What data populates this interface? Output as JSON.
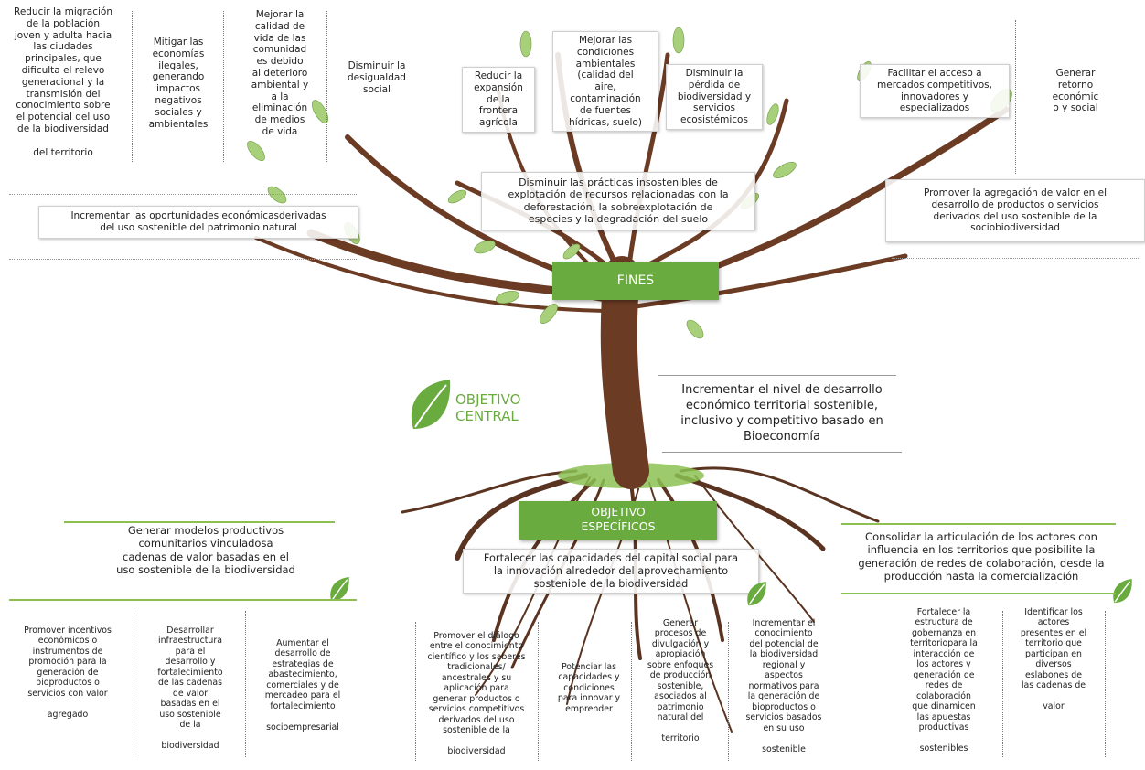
{
  "colors": {
    "green": "#6aab3f",
    "trunk": "#6b3b24",
    "leaf_light": "#b9d98b"
  },
  "tree": {
    "root_label": "OBJETIVO\nESPECÍFICOS",
    "trunk_label": "FINES"
  },
  "central": {
    "label": "OBJETIVO\nCENTRAL",
    "text": "Incrementar el nivel de desarrollo\neconómico territorial sostenible,\ninclusivo y competitivo basado en\nBioeconomía"
  },
  "fines": {
    "top": [
      "Reducir la migración\nde la población\njoven y adulta hacia\nlas ciudades\nprincipales, que\ndificulta el relevo\ngeneracional y la\ntransmisión del\nconocimiento sobre\nel potencial del uso\nde la biodiversidad\n\ndel territorio",
      "Mitigar las\neconomías\nilegales,\ngenerando\nimpactos\nnegativos\nsociales y\nambientales",
      "Mejorar la\ncalidad de\nvida de las\ncomunidad\nes debido\nal deterioro\nambiental y\na la\neliminación\nde medios\nde vida",
      "Disminuir la\ndesigualdad\nsocial",
      "Reducir la\nexpansión\nde la\nfrontera\nagrícola",
      "Mejorar las\ncondiciones\nambientales\n(calidad del\naire,\ncontaminación\nde fuentes\nhídricas, suelo)",
      "Disminuir la\npérdida de\nbiodiversidad y\nservicios\necosistémicos",
      "Facilitar el acceso a\nmercados competitivos,\ninnovadores y\nespecializados",
      "Generar\nretorno\neconómic\no y social"
    ],
    "middle_left": "Incrementar las oportunidades económicasderivadas\ndel uso sostenible del patrimonio natural",
    "middle_center": "Disminuir las prácticas insostenibles de\nexplotación de recursos relacionadas con la\ndeforestación, la sobreexplotación de\nespecies y la degradación del suelo",
    "middle_right": "Promover la agregación de valor en el\ndesarrollo de productos o servicios\nderivados del uso sostenible de la\nsociobiodiversidad"
  },
  "especificos": {
    "left": "Generar modelos productivos\ncomunitarios vinculadosa\ncadenas de valor basadas en el\nuso sostenible de la biodiversidad",
    "center": "Fortalecer las capacidades del capital social para\nla innovación alrededor del aprovechamiento\nsostenible de la biodiversidad",
    "right": "Consolidar la articulación de los actores con\ninfluencia en los territorios que posibilite la\ngeneración de redes de colaboración, desde la\nproducción hasta la comercialización"
  },
  "actividades": [
    "Promover incentivos\neconómicos o\ninstrumentos de\npromoción para la\ngeneración de\nbioproductos o\nservicios con valor\n\nagregado",
    "Desarrollar\ninfraestructura\npara el\ndesarrollo y\nfortalecimiento\nde las cadenas\nde valor\nbasadas en el\nuso sostenible\nde la\n\nbiodiversidad",
    "Aumentar el\ndesarrollo de\nestrategias de\nabastecimiento,\ncomerciales y de\nmercadeo para el\nfortalecimiento\n\nsocioempresarial",
    "Promover el diálogo\nentre el conocimiento\ncientífico y los saberes\ntradicionales/\nancestrales y su\naplicación para\ngenerar productos o\nservicios competitivos\nderivados del uso\nsostenible de la\n\nbiodiversidad",
    "Potenciar las\ncapacidades y\ncondiciones\npara innovar y\nemprender",
    "Generar\nprocesos de\ndivulgación y\napropiación\nsobre enfoques\nde producción\nsostenible,\nasociados al\npatrimonio\nnatural del\n\nterritorio",
    "Incrementar el\nconocimiento\ndel potencial de\nla biodiversidad\nregional y\naspectos\nnormativos para\nla generación de\nbioproductos o\nservicios basados\nen su uso\n\nsostenible",
    "Fortalecer la\nestructura de\ngobernanza en\nterritoriopara la\ninteracción de\nlos actores y\ngeneración de\nredes de\ncolaboración\nque dinamicen\nlas apuestas\nproductivas\n\nsostenibles",
    "Identificar los\nactores\npresentes en el\nterritorio que\nparticipan en\ndiversos\neslabones de\nlas cadenas de\n\nvalor"
  ]
}
